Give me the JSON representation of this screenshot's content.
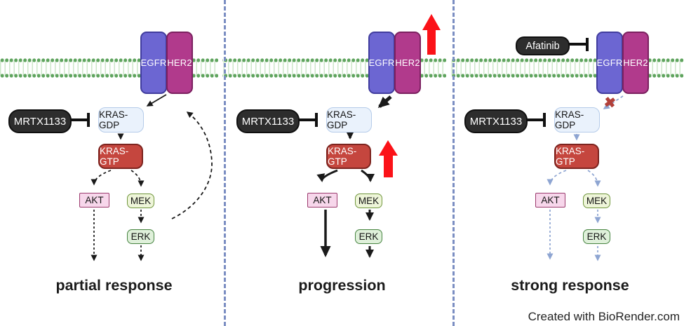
{
  "watermark": "Created with BioRender.com",
  "colors": {
    "egfr_fill": "#6c66d2",
    "her2_fill": "#b13a8c",
    "kras_gdp_fill": "#eaf2fc",
    "kras_gtp_fill": "#c5463e",
    "akt_fill": "#f7d7eb",
    "mek_fill": "#eef5d9",
    "erk_fill": "#dff0da",
    "drug_fill": "#2d2d2d",
    "membrane_green": "#5fa45e",
    "divider_blue": "#7b8ec2",
    "upregulation_red": "#fb1218",
    "blocked_red": "#b2403a",
    "inhibited_signal_blue": "#8ea5d2"
  },
  "panels": [
    {
      "id": "partial-response",
      "label": "partial response",
      "drug": "MRTX1133",
      "receptors": {
        "egfr": "EGFR",
        "her2": "HER2"
      },
      "nodes": {
        "kras_gdp": "KRAS-GDP",
        "kras_gtp": "KRAS-GTP",
        "akt": "AKT",
        "mek": "MEK",
        "erk": "ERK"
      }
    },
    {
      "id": "progression",
      "label": "progression",
      "drug": "MRTX1133",
      "receptors": {
        "egfr": "EGFR",
        "her2": "HER2"
      },
      "nodes": {
        "kras_gdp": "KRAS-GDP",
        "kras_gtp": "KRAS-GTP",
        "akt": "AKT",
        "mek": "MEK",
        "erk": "ERK"
      }
    },
    {
      "id": "strong-response",
      "label": "strong response",
      "drug": "MRTX1133",
      "receptor_drug": "Afatinib",
      "blocked_mark": "✖",
      "receptors": {
        "egfr": "EGFR",
        "her2": "HER2"
      },
      "nodes": {
        "kras_gdp": "KRAS-GDP",
        "kras_gtp": "KRAS-GTP",
        "akt": "AKT",
        "mek": "MEK",
        "erk": "ERK"
      }
    }
  ]
}
